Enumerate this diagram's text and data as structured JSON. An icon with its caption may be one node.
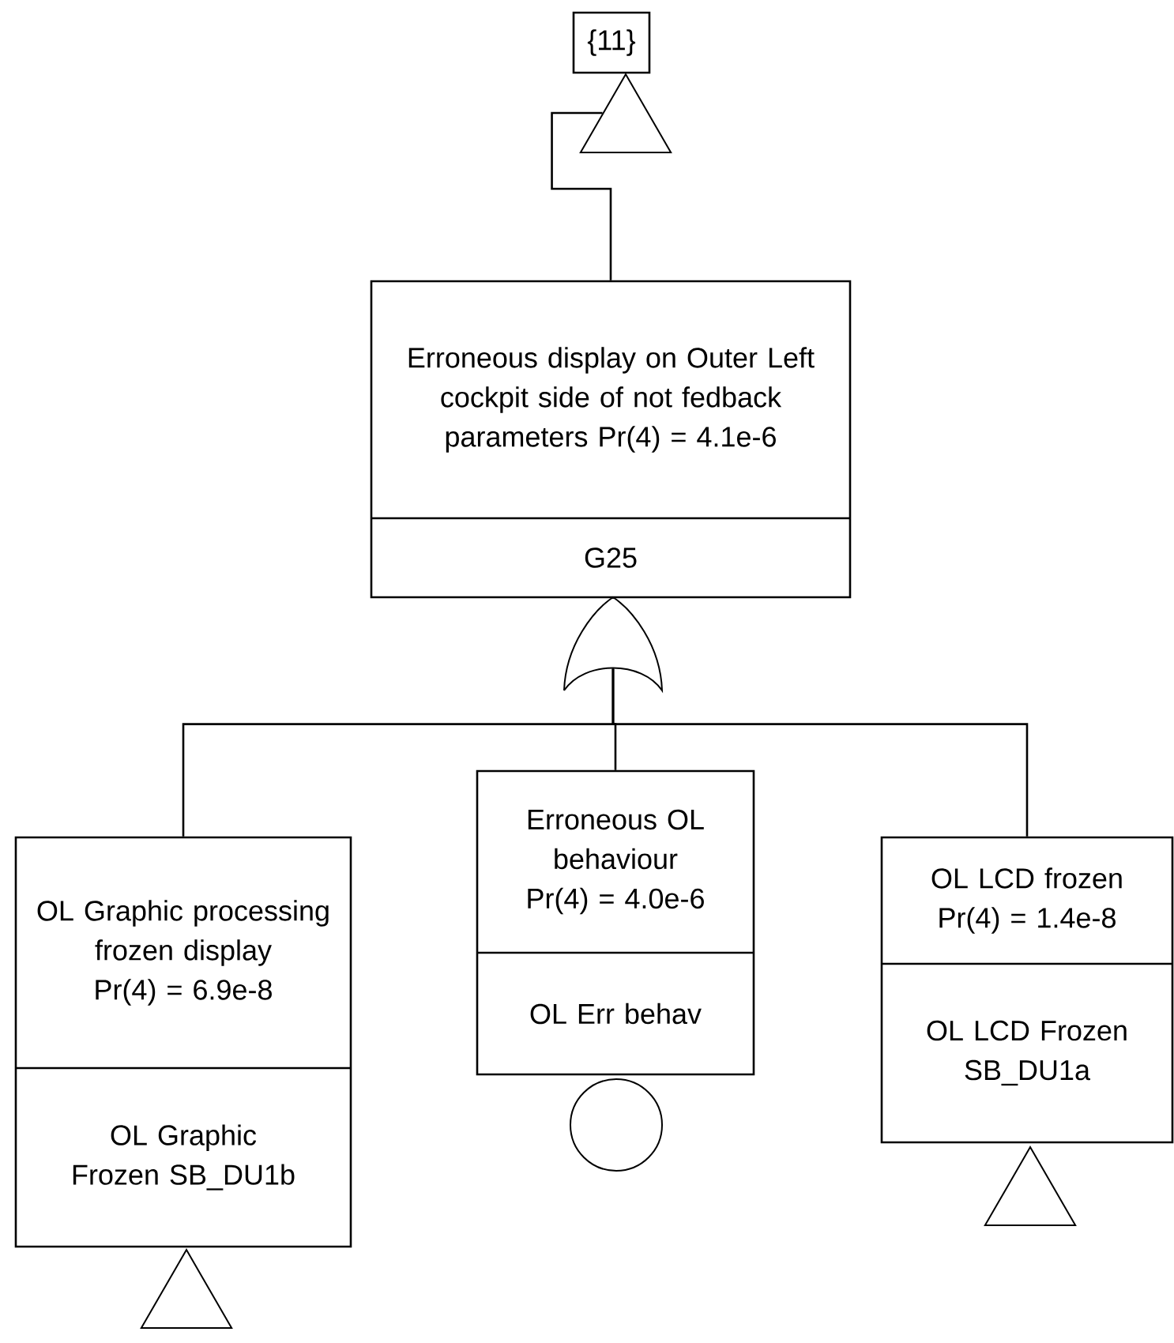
{
  "diagram": {
    "nodes": [
      {
        "text": [
          "{11}"
        ]
      },
      {
        "text": [],
        "shape": "triangle"
      },
      {
        "text": [
          "Erroneous display on Outer Left cockpit side of not fedback parameters Pr(4) = 4.1e-6",
          "G25"
        ]
      },
      {
        "text": [],
        "shape": "gate"
      },
      {
        "text": [
          "OL Graphic processing frozen display Pr(4) = 6.9e-8",
          "OL Graphic Frozen SB_DU1b"
        ]
      },
      {
        "text": [
          "Erroneous OL behaviour Pr(4) = 4.0e-6",
          "OL Err behav"
        ]
      },
      {
        "text": [
          "OL LCD frozen Pr(4) = 1.4e-8",
          "OL LCD Frozen SB_DU1a"
        ]
      },
      {
        "text": [],
        "shape": "triangle"
      },
      {
        "text": [],
        "shape": "circle"
      },
      {
        "text": [],
        "shape": "triangle"
      }
    ],
    "edges": [
      {
        "from": 1,
        "to": 2,
        "arrow": "none"
      },
      {
        "from": 3,
        "to": 4,
        "arrow": "none"
      },
      {
        "from": 3,
        "to": 5,
        "arrow": "none"
      },
      {
        "from": 3,
        "to": 6,
        "arrow": "none"
      }
    ]
  }
}
